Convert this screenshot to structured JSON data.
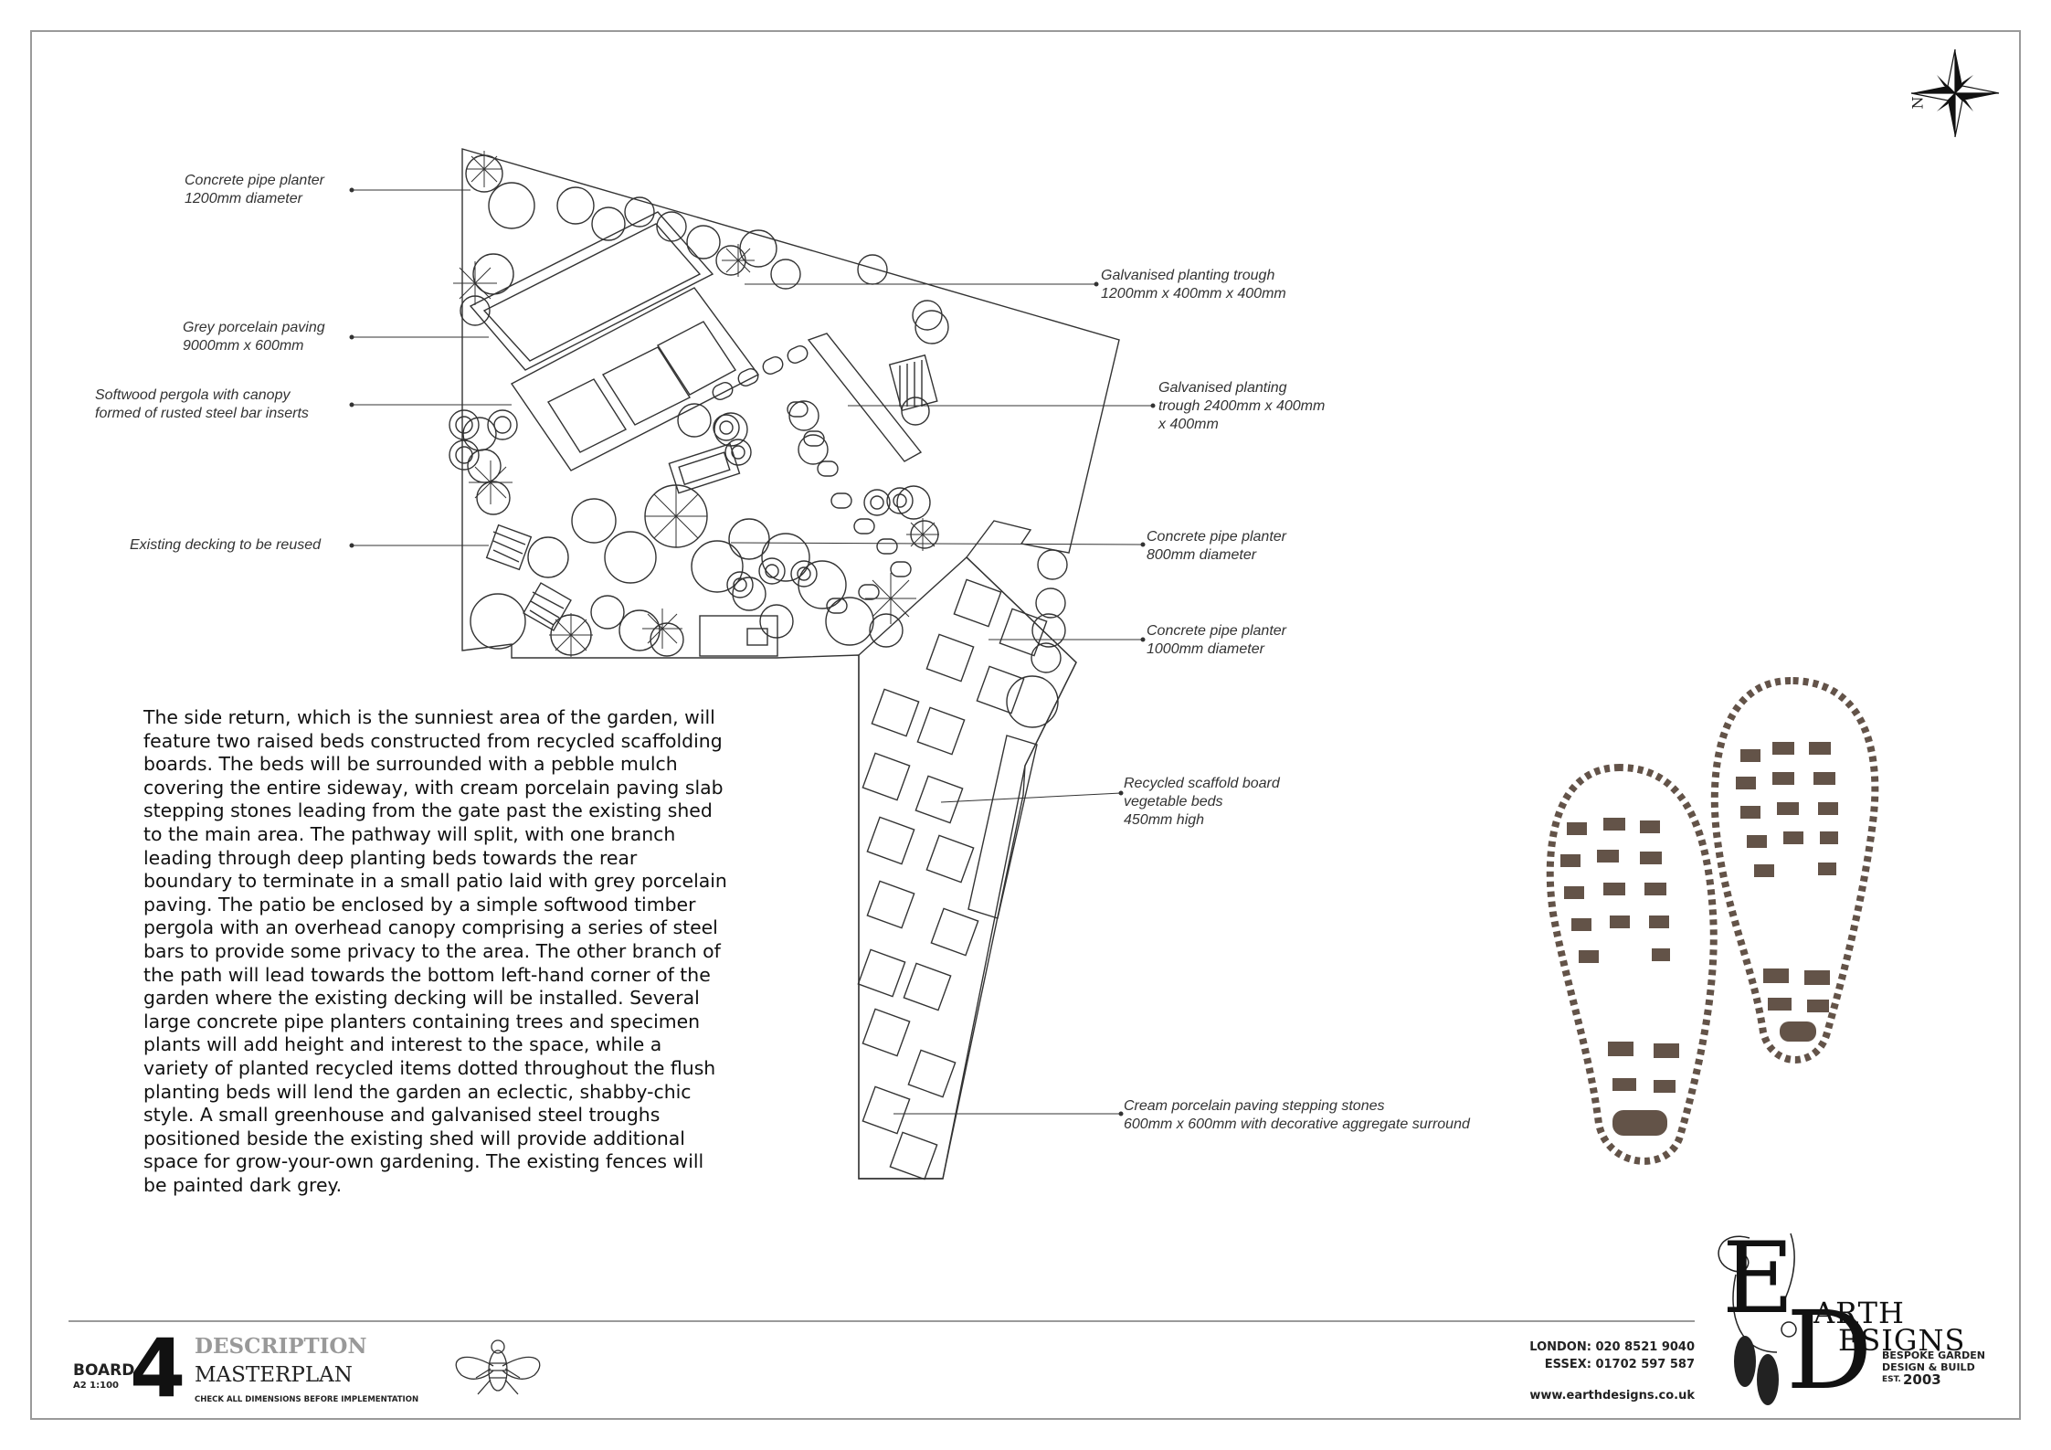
{
  "labels_left": [
    {
      "lines": [
        "Concrete pipe planter",
        "1200mm diameter"
      ]
    },
    {
      "lines": [
        "Grey porcelain paving",
        "9000mm x 600mm"
      ]
    },
    {
      "lines": [
        "Softwood pergola with canopy",
        "formed of rusted steel bar inserts"
      ]
    },
    {
      "lines": [
        "Existing decking to be reused"
      ]
    }
  ],
  "labels_right": [
    {
      "lines": [
        "Galvanised planting trough",
        "1200mm x 400mm x 400mm"
      ]
    },
    {
      "lines": [
        "Galvanised planting",
        "trough 2400mm x 400mm",
        "x 400mm"
      ]
    },
    {
      "lines": [
        "Concrete pipe planter",
        "800mm diameter"
      ]
    },
    {
      "lines": [
        "Concrete pipe planter",
        "1000mm diameter"
      ]
    },
    {
      "lines": [
        "Recycled scaffold board",
        "vegetable beds",
        "450mm high"
      ]
    },
    {
      "lines": [
        "Cream porcelain paving stepping stones",
        "600mm x 600mm with decorative aggregate surround"
      ]
    }
  ],
  "compass": {
    "north_label": "N"
  },
  "description": "The side return, which is the sunniest area of the garden, will feature two raised beds constructed from recycled scaffolding boards. The beds will be surrounded with a pebble mulch covering the entire sideway, with cream porcelain paving slab stepping stones leading from the gate past the existing shed to the main area. The pathway will split, with one branch leading through deep planting beds towards the rear boundary to terminate in a small patio laid with grey porcelain paving. The patio be enclosed by a simple softwood timber pergola with an overhead canopy comprising a series of steel bars to provide some privacy to the area. The other branch of the path will lead towards the bottom left-hand corner of the garden where the existing decking will be installed. Several large concrete pipe planters containing trees and specimen plants will add height and interest to the space, while a variety of planted recycled items dotted throughout the flush planting beds will lend the garden an eclectic, shabby-chic style. A small greenhouse and galvanised steel troughs positioned beside the existing shed will provide additional space for grow-your-own gardening. The existing fences will be painted dark grey.",
  "footer": {
    "board_word": "BOARD",
    "board_scale": "A2 1:100",
    "board_number": "4",
    "title": "DESCRIPTION",
    "subtitle": "MASTERPLAN",
    "check_note": "CHECK ALL DIMENSIONS BEFORE IMPLEMENTATION",
    "phone_london": "LONDON: 020 8521 9040",
    "phone_essex": "ESSEX: 01702 597 587",
    "website": "www.earthdesigns.co.uk"
  },
  "brand": {
    "letter_e": "E",
    "arth": "ARTH",
    "letter_d": "D",
    "esigns": "ESIGNS",
    "tagline_1": "BESPOKE GARDEN",
    "tagline_2": "DESIGN & BUILD",
    "est": "EST.",
    "year": "2003"
  }
}
